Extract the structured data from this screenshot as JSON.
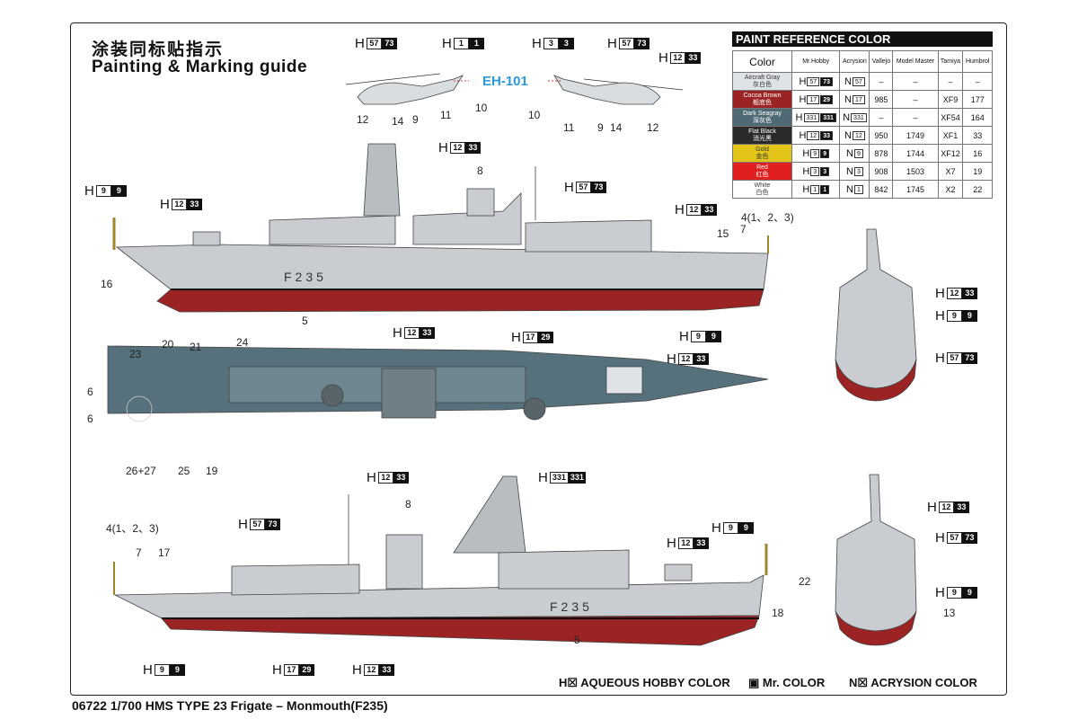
{
  "header": {
    "title_cn": "涂装同标贴指示",
    "title_en": "Painting & Marking guide"
  },
  "helicopter": {
    "name": "EH-101"
  },
  "hull_number": "F235",
  "paint_table": {
    "title": "PAINT  REFERENCE COLOR",
    "headers": [
      "Color",
      "Mr.Hobby",
      "Acrysion",
      "Vallejo",
      "Model Master",
      "Tamiya",
      "Humbrol"
    ],
    "rows": [
      {
        "name": "Aircraft Gray",
        "name_cn": "灰白色",
        "swatch": "#dfe3e8",
        "text": "#333",
        "h": [
          "57",
          "73"
        ],
        "n": "57",
        "vallejo": "–",
        "model_master": "–",
        "tamiya": "–",
        "humbrol": "–"
      },
      {
        "name": "Cocoa Brown",
        "name_cn": "舰底色",
        "swatch": "#9b2323",
        "text": "#fff",
        "h": [
          "17",
          "29"
        ],
        "n": "17",
        "vallejo": "985",
        "model_master": "–",
        "tamiya": "XF9",
        "humbrol": "177"
      },
      {
        "name": "Dark Seagray",
        "name_cn": "深灰色",
        "swatch": "#4f6a75",
        "text": "#fff",
        "h": [
          "331",
          "331"
        ],
        "n": "331",
        "vallejo": "–",
        "model_master": "–",
        "tamiya": "XF54",
        "humbrol": "164"
      },
      {
        "name": "Flat Black",
        "name_cn": "消光黑",
        "swatch": "#2a2a2a",
        "text": "#fff",
        "h": [
          "12",
          "33"
        ],
        "n": "12",
        "vallejo": "950",
        "model_master": "1749",
        "tamiya": "XF1",
        "humbrol": "33"
      },
      {
        "name": "Gold",
        "name_cn": "金色",
        "swatch": "#e3c51a",
        "text": "#333",
        "h": [
          "9",
          "9"
        ],
        "n": "9",
        "vallejo": "878",
        "model_master": "1744",
        "tamiya": "XF12",
        "humbrol": "16"
      },
      {
        "name": "Red",
        "name_cn": "红色",
        "swatch": "#e02020",
        "text": "#fff",
        "h": [
          "3",
          "3"
        ],
        "n": "3",
        "vallejo": "908",
        "model_master": "1503",
        "tamiya": "X7",
        "humbrol": "19"
      },
      {
        "name": "White",
        "name_cn": "白色",
        "swatch": "#ffffff",
        "text": "#333",
        "h": [
          "1",
          "1"
        ],
        "n": "1",
        "vallejo": "842",
        "model_master": "1745",
        "tamiya": "X2",
        "humbrol": "22"
      }
    ]
  },
  "codes": {
    "h": "H",
    "n": "N",
    "c57_73": [
      "57",
      "73"
    ],
    "c1_1": [
      "1",
      "1"
    ],
    "c3_3": [
      "3",
      "3"
    ],
    "c12_33": [
      "12",
      "33"
    ],
    "c9_9": [
      "9",
      "9"
    ],
    "c17_29": [
      "17",
      "29"
    ],
    "c331_331": [
      "331",
      "331"
    ]
  },
  "numbers": {
    "n4": "4(1、2、3)",
    "n5": "5",
    "n6": "6",
    "n7": "7",
    "n8": "8",
    "n9": "9",
    "n10": "10",
    "n11": "11",
    "n12": "12",
    "n13": "13",
    "n14": "14",
    "n15": "15",
    "n16": "16",
    "n17": "17",
    "n18": "18",
    "n19": "19",
    "n20": "20",
    "n21": "21",
    "n22": "22",
    "n23": "23",
    "n24": "24",
    "n25": "25",
    "n26": "26+27"
  },
  "legend": {
    "hobby": "AQUEOUS HOBBY COLOR",
    "mr": "Mr. COLOR",
    "acrysion": "ACRYSION COLOR"
  },
  "footer": "06722  1/700 HMS TYPE 23 Frigate – Monmouth(F235)"
}
